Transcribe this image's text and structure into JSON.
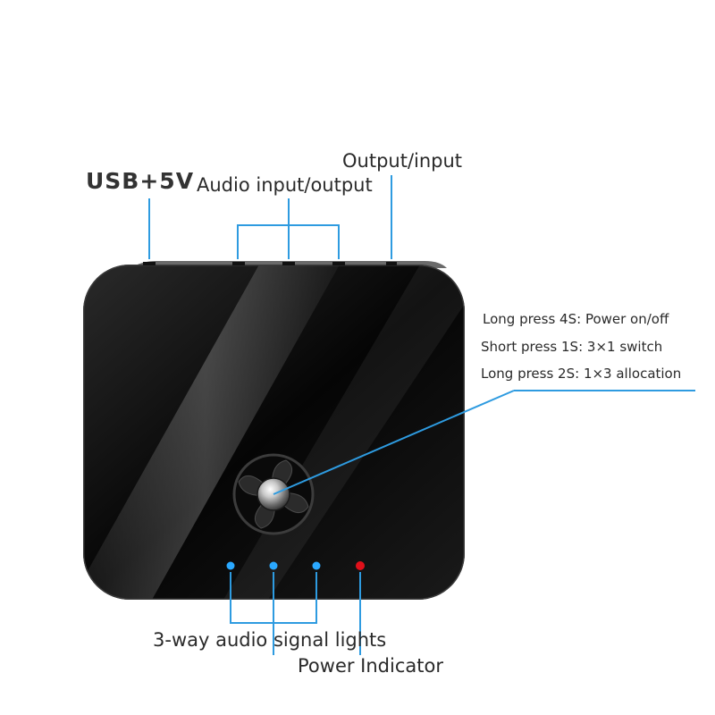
{
  "labels": {
    "usb": "USB+5V",
    "audio_io": "Audio input/output",
    "output_input": "Output/input",
    "instructions": [
      "Long press 4S: Power on/off",
      "Short press 1S: 3×1 switch",
      "Long press 2S: 1×3 allocation"
    ],
    "signal_lights": "3-way audio signal lights",
    "power_indicator": "Power Indicator"
  },
  "colors": {
    "callout_line": "#2e9be0",
    "device_body": "#0b0b0b",
    "signal_led": "#2aa8ff",
    "power_led": "#e0101a"
  },
  "icons": {
    "center_button": "fan-button-icon"
  }
}
